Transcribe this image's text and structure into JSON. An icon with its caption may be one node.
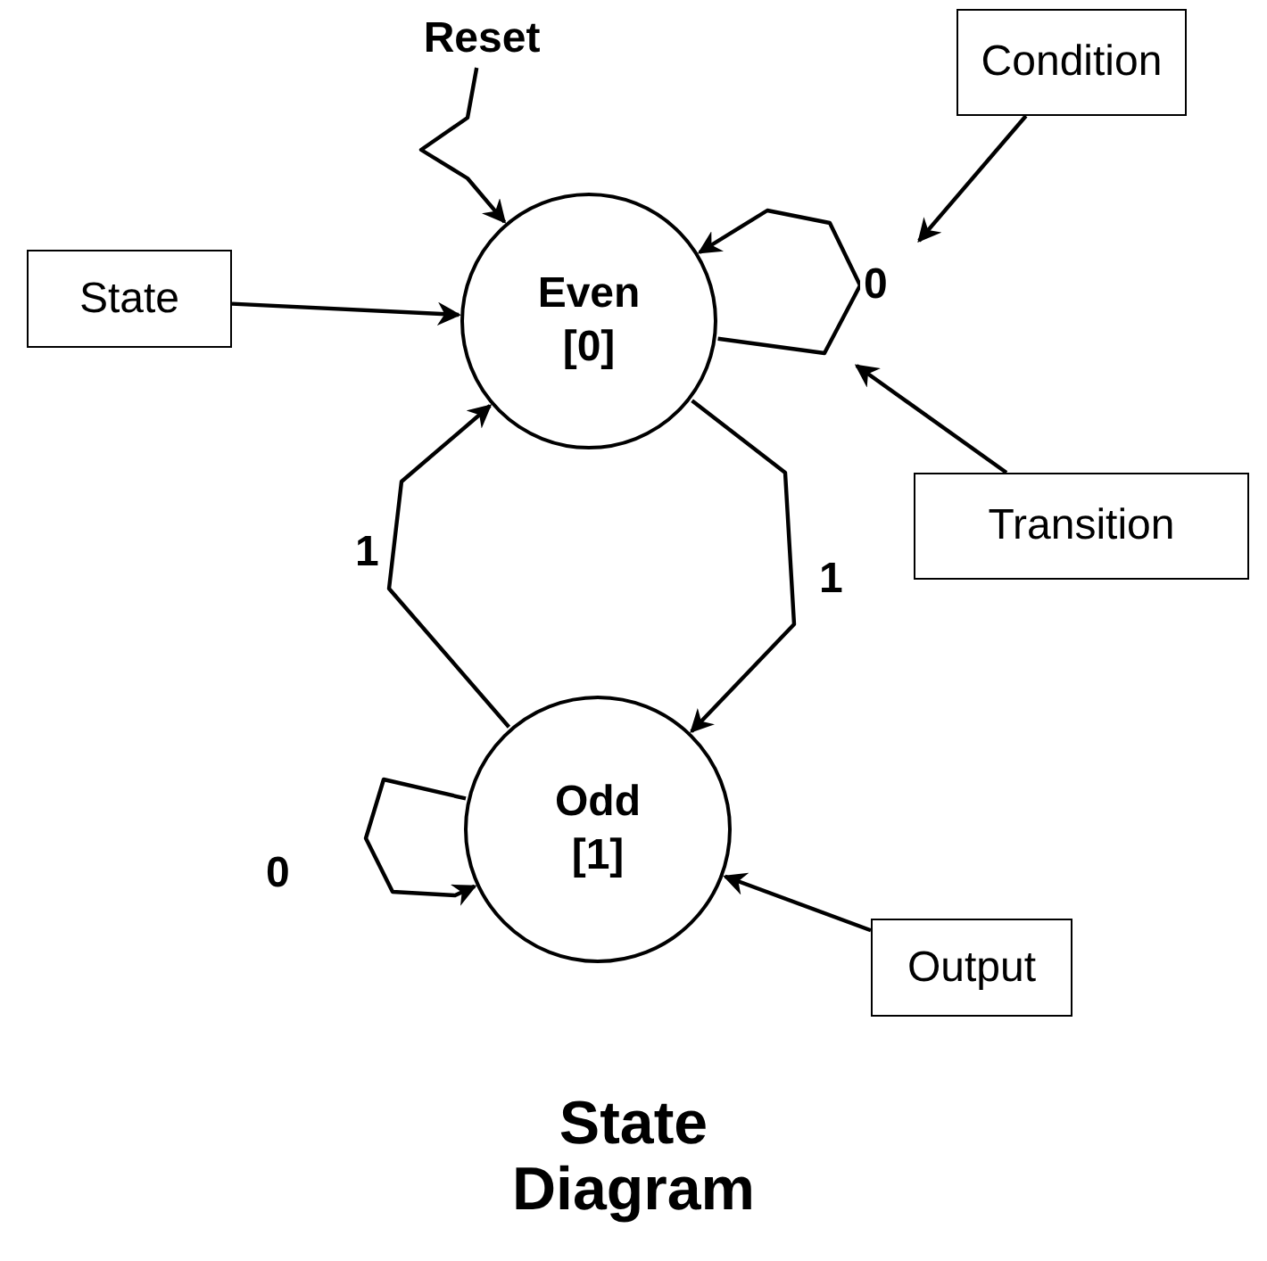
{
  "diagram": {
    "caption": "State Diagram",
    "nodes": [
      {
        "text": [
          "Even [0]"
        ]
      },
      {
        "text": [
          "Odd [1]"
        ]
      },
      {
        "text": [
          "Condition"
        ]
      },
      {
        "text": [
          "State"
        ]
      },
      {
        "text": [
          "Transition"
        ]
      },
      {
        "text": [
          "Output"
        ]
      },
      {
        "text": [
          "Reset"
        ]
      }
    ],
    "edges": [
      {
        "from": 6,
        "to": 0,
        "arrow": "to"
      },
      {
        "from": 0,
        "to": 0,
        "arrow": "to",
        "label": "0"
      },
      {
        "from": 0,
        "to": 1,
        "arrow": "to",
        "label": "1"
      },
      {
        "from": 1,
        "to": 0,
        "arrow": "to",
        "label": "1"
      },
      {
        "from": 1,
        "to": 1,
        "arrow": "to",
        "label": "0"
      },
      {
        "from": 2,
        "to": null,
        "arrow": "to"
      },
      {
        "from": 3,
        "to": 0,
        "arrow": "to"
      },
      {
        "from": 4,
        "to": null,
        "arrow": "to"
      },
      {
        "from": 5,
        "to": 1,
        "arrow": "to"
      }
    ]
  }
}
